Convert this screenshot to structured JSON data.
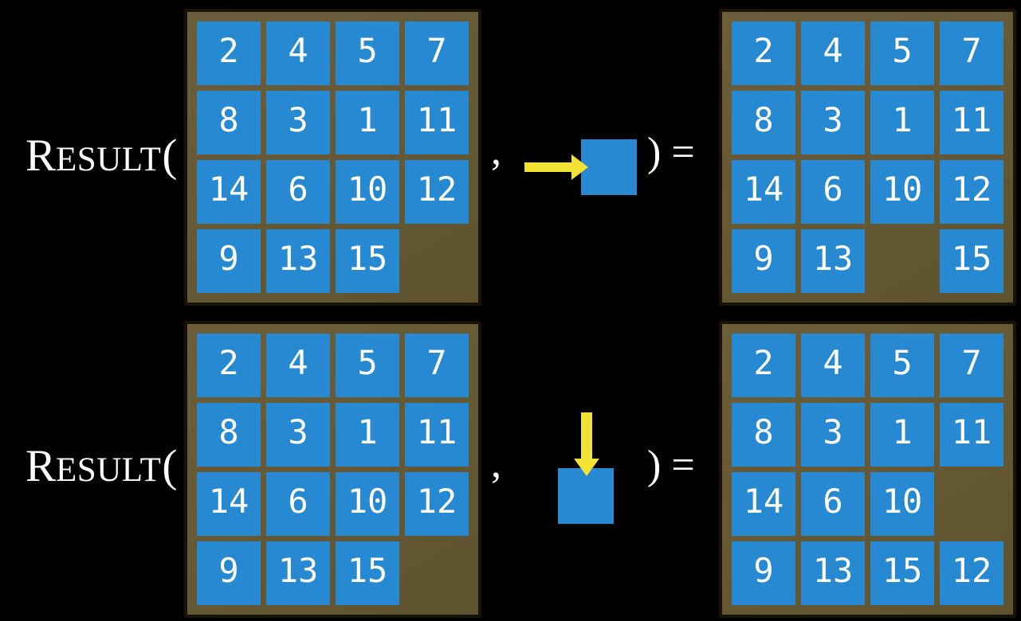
{
  "colors": {
    "background": "#000000",
    "board_bg_light": "#6c5e3a",
    "board_bg_dark": "#5f532f",
    "board_border": "#17130b",
    "tile_blue": "#2689d1",
    "number_white": "#ffffff",
    "text_white": "#ffffff",
    "arrow_yellow": "#f3e134"
  },
  "label": {
    "initial": "R",
    "rest": "ESULT",
    "open_paren": "(",
    "comma": ",",
    "close_paren_equals": ") ="
  },
  "rows": [
    {
      "name": "slide-right",
      "action": {
        "direction": "right",
        "icon": "right-arrow-icon"
      },
      "input_board": [
        [
          "2",
          "4",
          "5",
          "7"
        ],
        [
          "8",
          "3",
          "1",
          "11"
        ],
        [
          "14",
          "6",
          "10",
          "12"
        ],
        [
          "9",
          "13",
          "15",
          ""
        ]
      ],
      "output_board": [
        [
          "2",
          "4",
          "5",
          "7"
        ],
        [
          "8",
          "3",
          "1",
          "11"
        ],
        [
          "14",
          "6",
          "10",
          "12"
        ],
        [
          "9",
          "13",
          "",
          "15"
        ]
      ]
    },
    {
      "name": "slide-down",
      "action": {
        "direction": "down",
        "icon": "down-arrow-icon"
      },
      "input_board": [
        [
          "2",
          "4",
          "5",
          "7"
        ],
        [
          "8",
          "3",
          "1",
          "11"
        ],
        [
          "14",
          "6",
          "10",
          "12"
        ],
        [
          "9",
          "13",
          "15",
          ""
        ]
      ],
      "output_board": [
        [
          "2",
          "4",
          "5",
          "7"
        ],
        [
          "8",
          "3",
          "1",
          "11"
        ],
        [
          "14",
          "6",
          "10",
          ""
        ],
        [
          "9",
          "13",
          "15",
          "12"
        ]
      ]
    }
  ]
}
